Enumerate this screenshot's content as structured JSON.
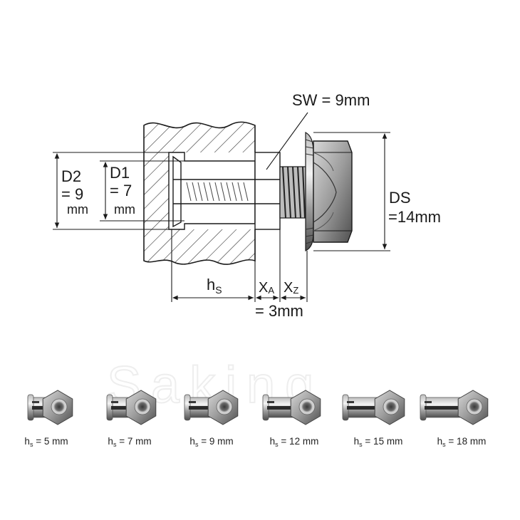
{
  "diagram": {
    "sw_label": "SW = 9mm",
    "d2": {
      "name": "D2",
      "line1": "= 9",
      "unit": "mm"
    },
    "d1": {
      "name": "D1",
      "line1": "= 7",
      "unit": "mm"
    },
    "ds": {
      "name": "DS",
      "value": "=14mm"
    },
    "hs_main": {
      "symbol": "h",
      "sub": "S"
    },
    "xa": {
      "symbol": "X",
      "sub": "A"
    },
    "xz": {
      "symbol": "X",
      "sub": "Z"
    },
    "x_value": "= 3mm",
    "watermark": "Saking"
  },
  "variants": [
    {
      "label": "h",
      "sub": "s",
      "value": "=  5  mm"
    },
    {
      "label": "h",
      "sub": "s",
      "value": "=  7  mm"
    },
    {
      "label": "h",
      "sub": "s",
      "value": "=  9  mm"
    },
    {
      "label": "h",
      "sub": "s",
      "value": "=  12  mm"
    },
    {
      "label": "h",
      "sub": "s",
      "value": "=  15 mm"
    },
    {
      "label": "h",
      "sub": "s",
      "value": "=  18 mm"
    }
  ],
  "colors": {
    "line": "#1a1a1a",
    "hatch": "#333333",
    "metal_light": "#e6e6e6",
    "metal_dark": "#6a6a6a"
  }
}
